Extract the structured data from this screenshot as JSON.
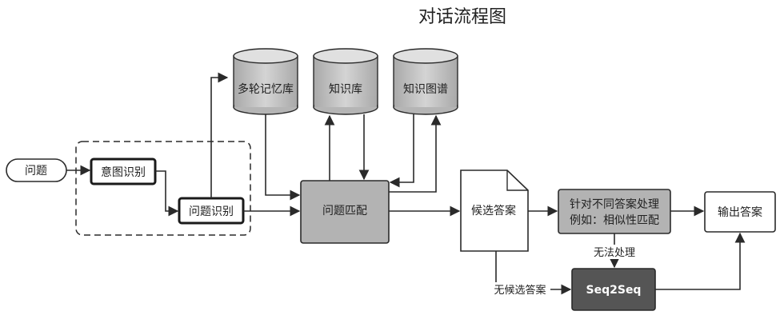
{
  "title": "对话流程图",
  "nodes": {
    "question": "问题",
    "intent": "意图识别",
    "question_recog": "问题识别",
    "multi_turn_db": "多轮记忆库",
    "knowledge_db": "知识库",
    "knowledge_graph": "知识图谱",
    "match": "问题匹配",
    "candidate": "候选答案",
    "process_line1": "针对不同答案处理",
    "process_line2": "例如：相似性匹配",
    "output": "输出答案",
    "seq2seq": "Seq2Seq"
  },
  "edges": {
    "cannot_process": "无法处理",
    "no_candidate": "无候选答案"
  },
  "colors": {
    "box_gray": "#b3b3b3",
    "box_dark": "#555555",
    "cylinder_top": "#cfcfcf",
    "cylinder_body": "#bdbdbd",
    "stroke": "#2a2a2a"
  }
}
